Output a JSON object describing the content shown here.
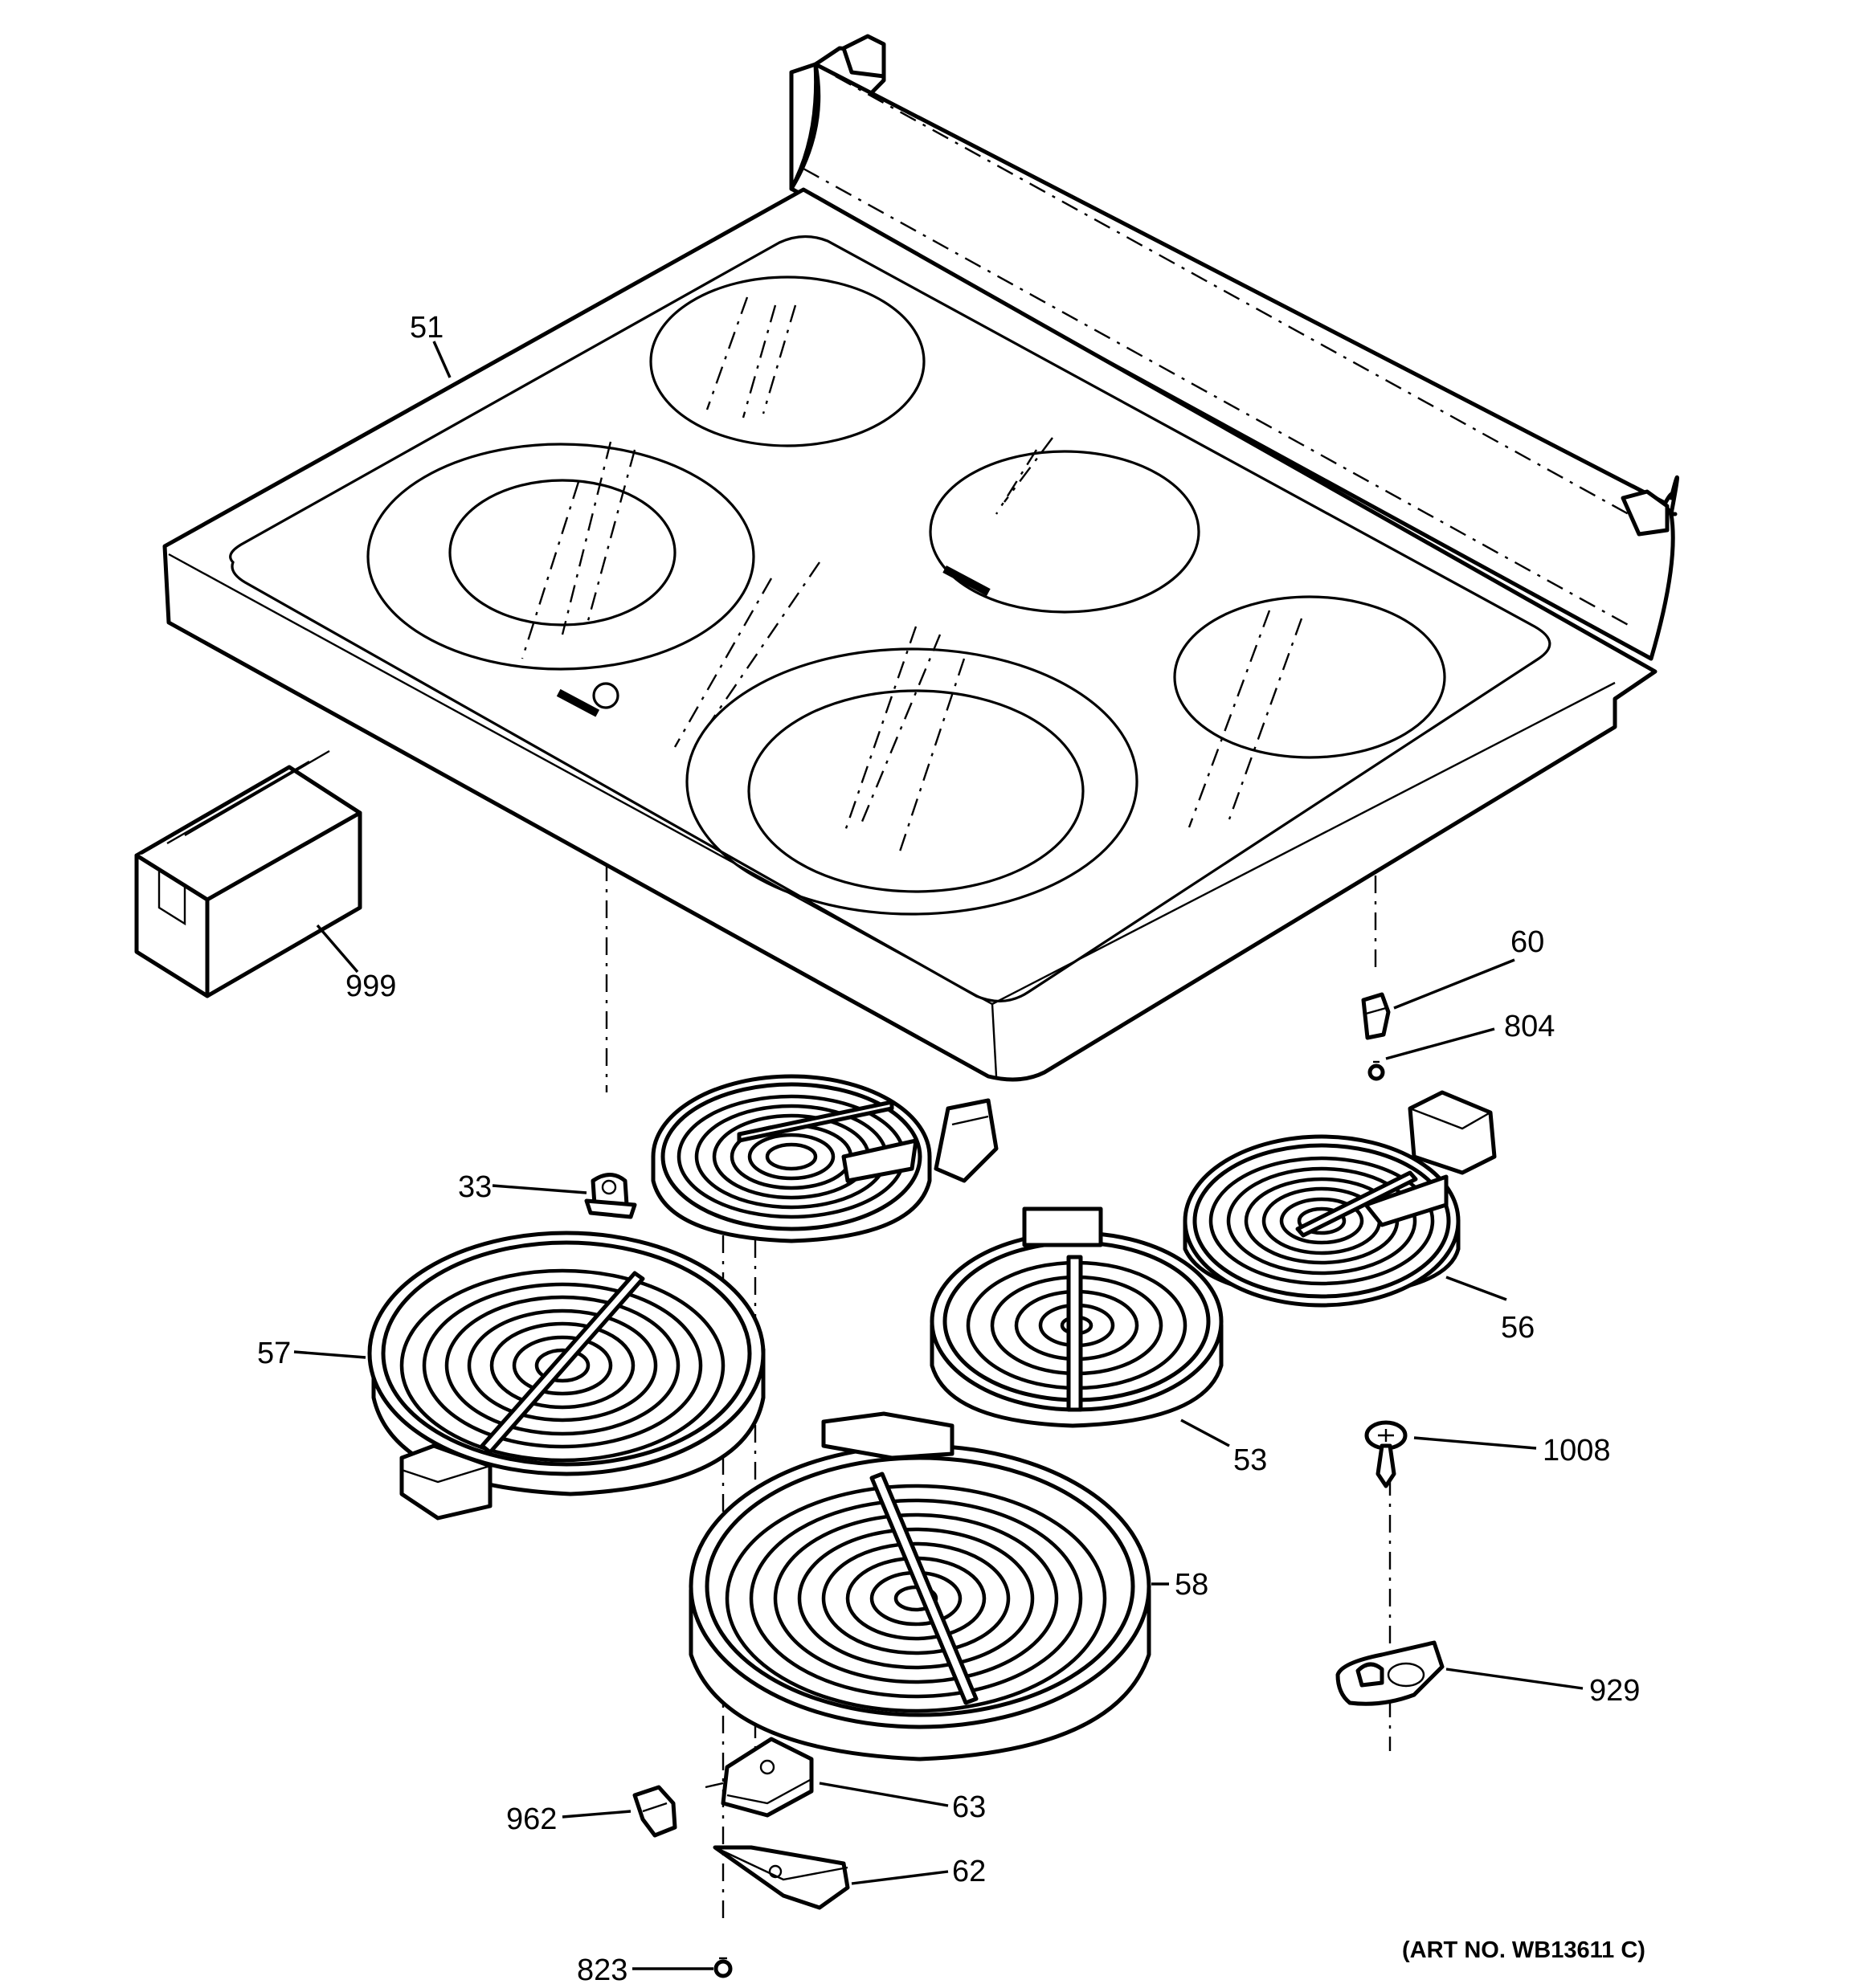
{
  "callouts": {
    "c51": "51",
    "c999": "999",
    "c60": "60",
    "c804": "804",
    "c33": "33",
    "c57": "57",
    "c56": "56",
    "c53": "53",
    "c1008": "1008",
    "c58": "58",
    "c929": "929",
    "c962": "962",
    "c63": "63",
    "c62": "62",
    "c823": "823"
  },
  "art_number": "(ART NO. WB13611 C)"
}
